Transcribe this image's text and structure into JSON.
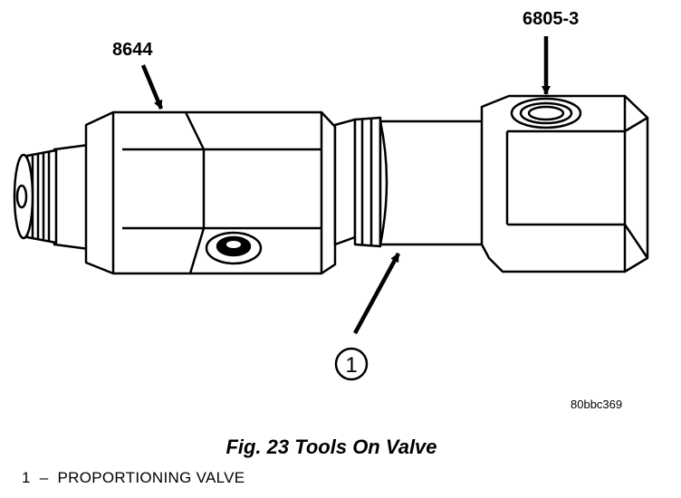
{
  "labels": {
    "tool_left": "8644",
    "tool_right": "6805-3",
    "callout_number": "1",
    "reference_code": "80bbc369"
  },
  "caption": {
    "title": "Fig. 23 Tools On Valve"
  },
  "legend": {
    "number": "1",
    "separator": "–",
    "text": "PROPORTIONING VALVE"
  }
}
